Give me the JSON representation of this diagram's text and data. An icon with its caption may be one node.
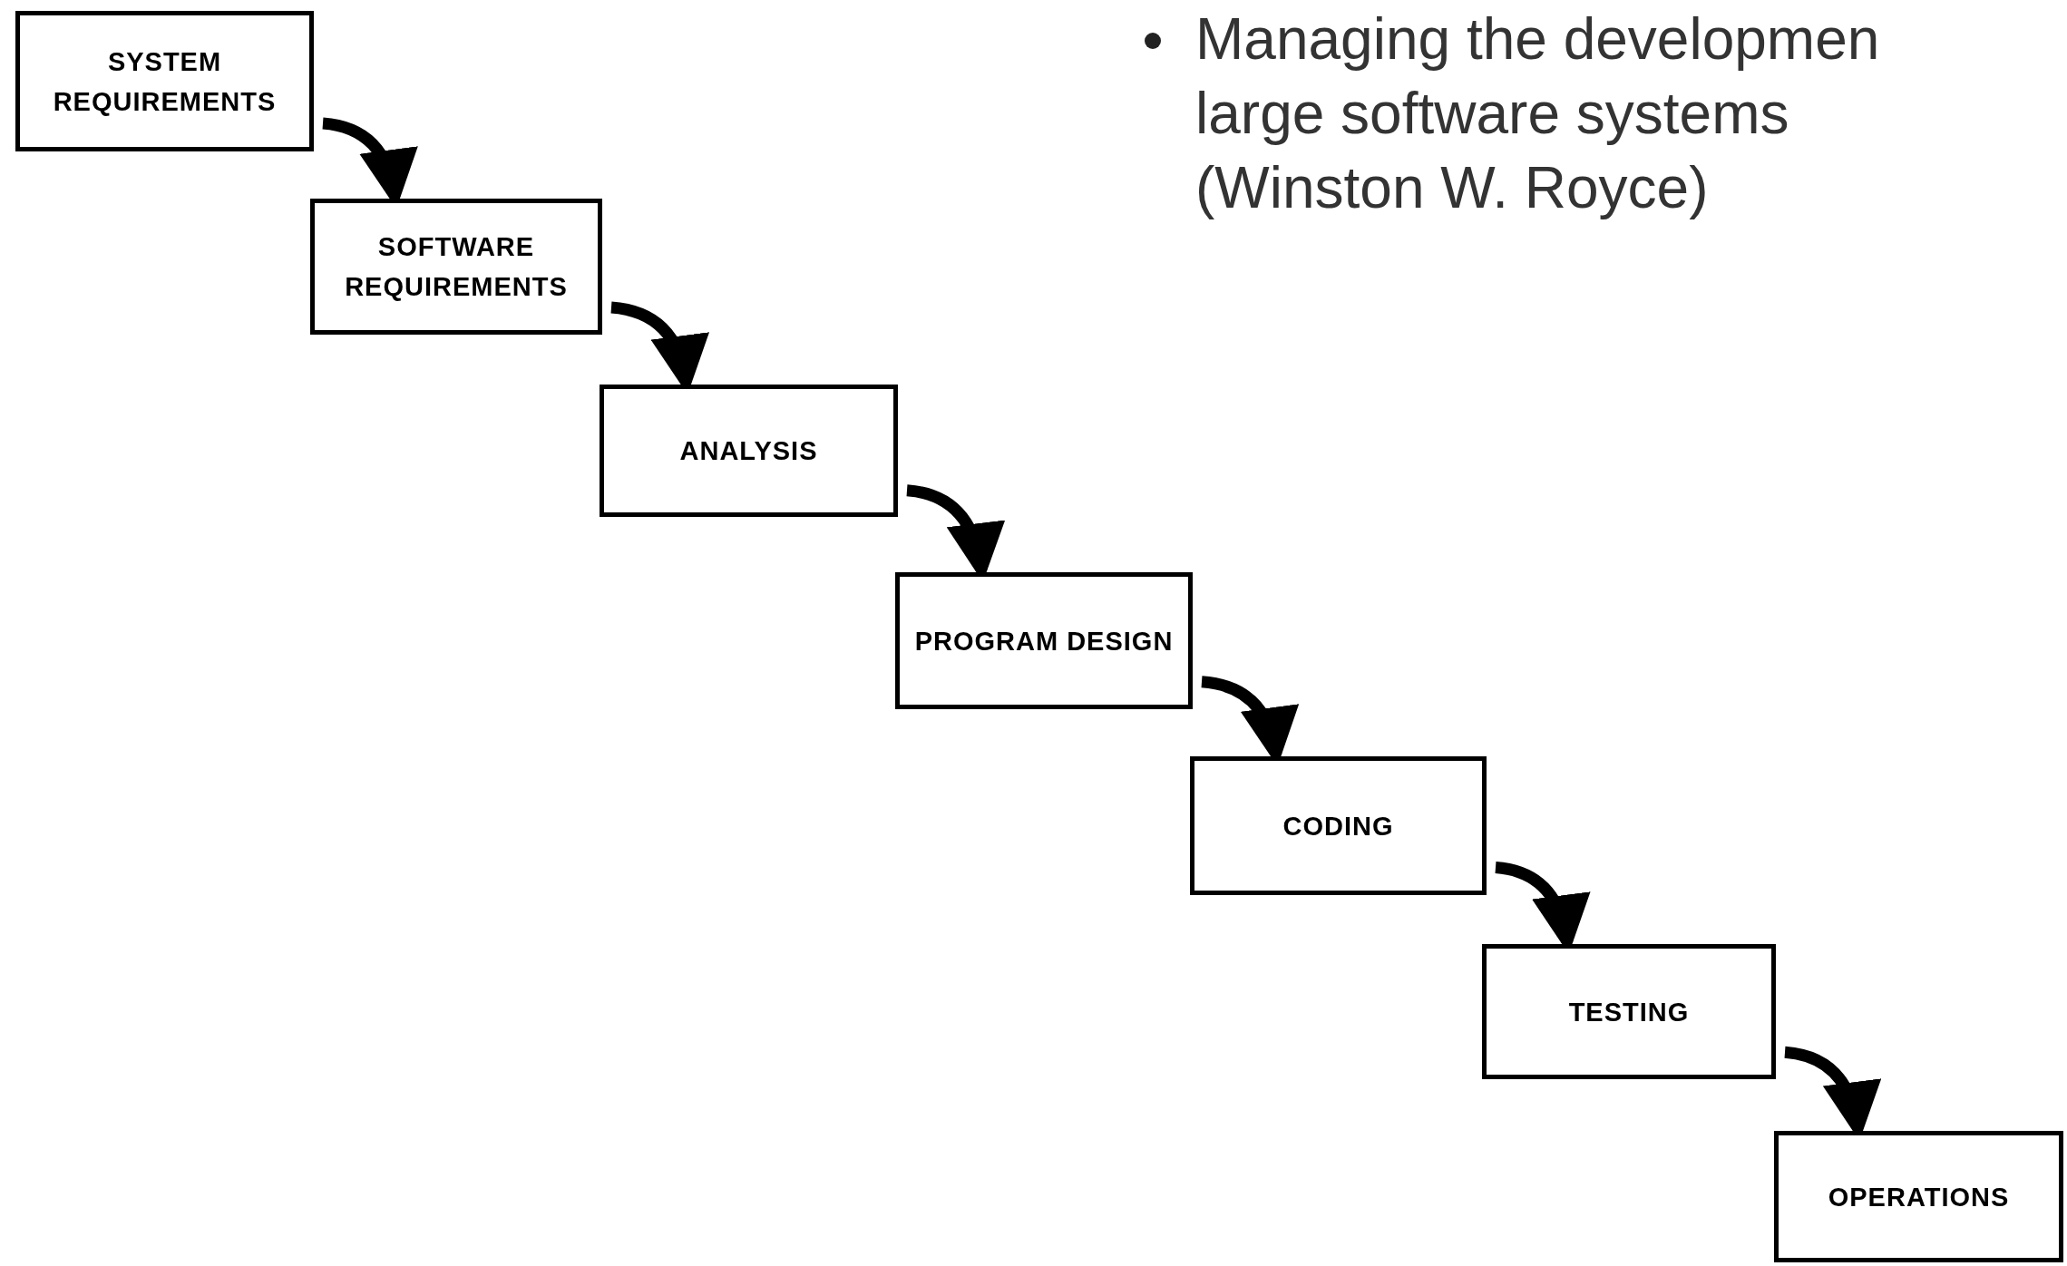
{
  "diagram": {
    "nodes": [
      {
        "text": [
          "SYSTEM REQUIREMENTS"
        ]
      },
      {
        "text": [
          "SOFTWARE REQUIREMENTS"
        ]
      },
      {
        "text": [
          "ANALYSIS"
        ]
      },
      {
        "text": [
          "PROGRAM DESIGN"
        ]
      },
      {
        "text": [
          "CODING"
        ]
      },
      {
        "text": [
          "TESTING"
        ]
      },
      {
        "text": [
          "OPERATIONS"
        ]
      }
    ],
    "edges": [
      {
        "from": 0,
        "to": 1,
        "arrow": "to"
      },
      {
        "from": 1,
        "to": 2,
        "arrow": "to"
      },
      {
        "from": 2,
        "to": 3,
        "arrow": "to"
      },
      {
        "from": 3,
        "to": 4,
        "arrow": "to"
      },
      {
        "from": 4,
        "to": 5,
        "arrow": "to"
      },
      {
        "from": 5,
        "to": 6,
        "arrow": "to"
      }
    ],
    "labels": [
      "Managing the developmen large software systems (Winston W. Royce)"
    ]
  }
}
